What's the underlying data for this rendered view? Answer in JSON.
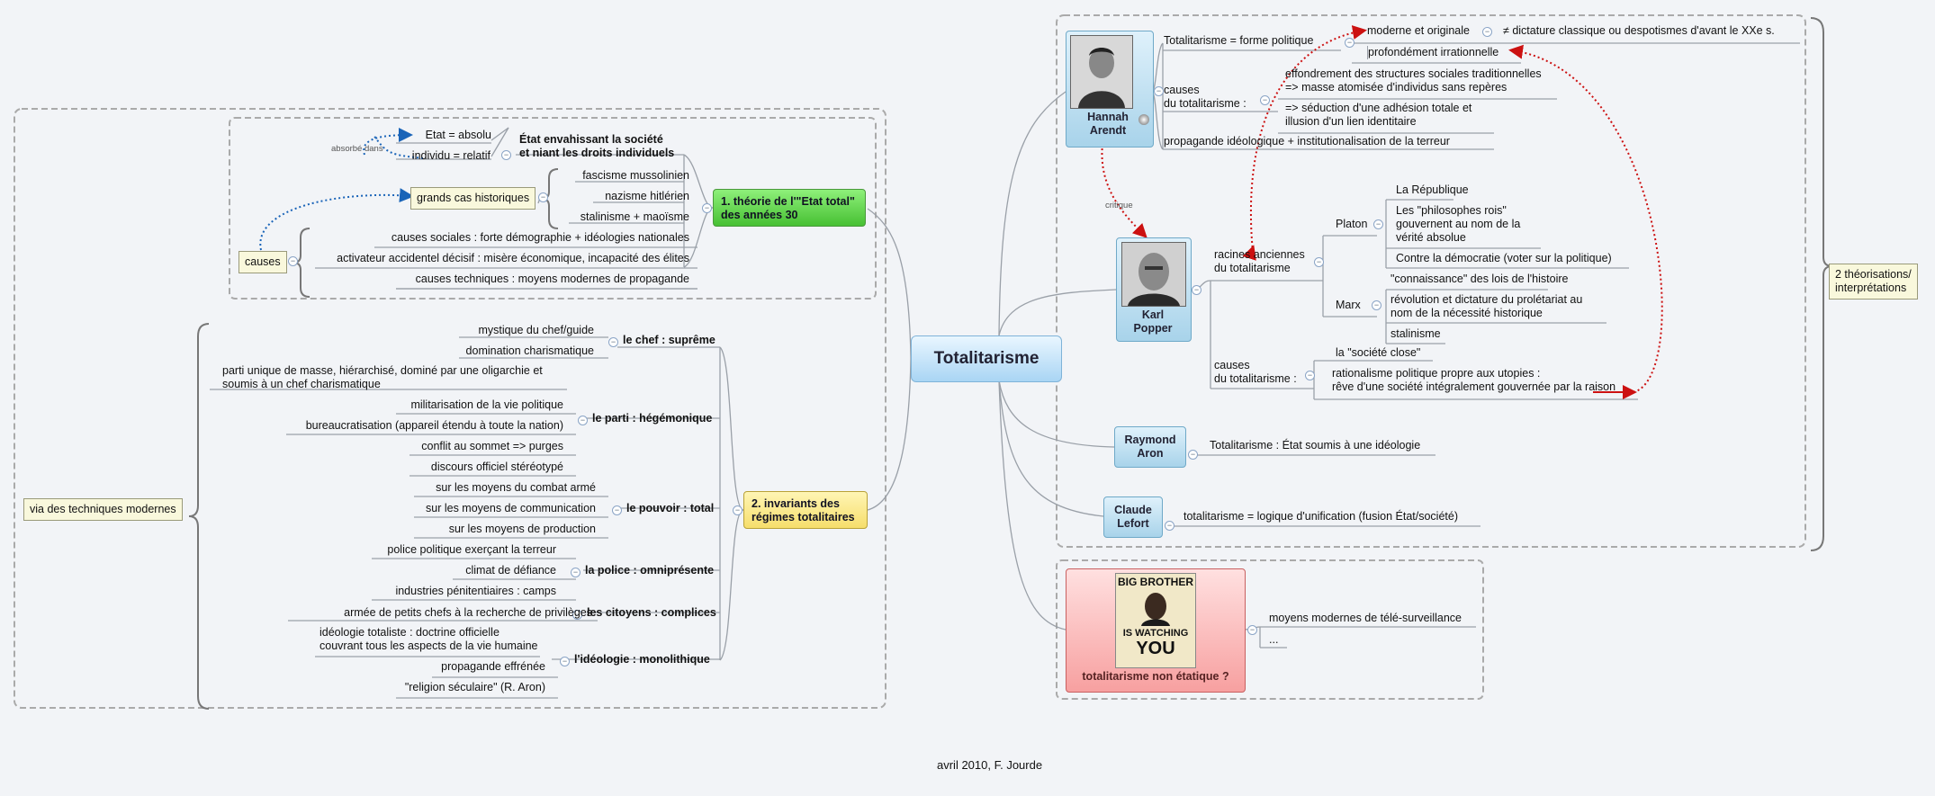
{
  "center": {
    "label": "Totalitarisme"
  },
  "footer": "avril 2010, F. Jourde",
  "side_label": {
    "line1": "2 théorisations/",
    "line2": "interprétations"
  },
  "theory": {
    "node": {
      "line1": "1. théorie de l'\"Etat total\"",
      "line2": "des années 30"
    },
    "etat_envahissant": {
      "line1": "État envahissant la société",
      "line2": "et niant les droits individuels"
    },
    "etat_absolu": "Etat = absolu",
    "individu_relatif": "individu = relatif",
    "absorbe_dans": "absorbé dans",
    "grands_cas": "grands cas historiques",
    "cases": [
      "fascisme mussolinien",
      "nazisme hitlérien",
      "stalinisme + maoïsme"
    ],
    "causes_box": "causes",
    "causes": [
      "causes sociales : forte démographie + idéologies nationales",
      "activateur accidentel décisif : misère économique, incapacité des élites",
      "causes techniques : moyens modernes de propagande"
    ]
  },
  "invariants": {
    "node": {
      "line1": "2. invariants des",
      "line2": "régimes totalitaires"
    },
    "via": "via des techniques modernes",
    "groups": [
      {
        "title": "le chef : suprême",
        "items": [
          "mystique du chef/guide",
          "domination charismatique"
        ]
      },
      {
        "title": "le parti : hégémonique",
        "items": [
          "parti unique de masse, hiérarchisé, dominé par une oligarchie et|soumis à un chef charismatique",
          "militarisation de la vie politique",
          "bureaucratisation (appareil étendu à toute la nation)",
          "conflit au sommet => purges",
          "discours officiel stéréotypé"
        ]
      },
      {
        "title": "le pouvoir : total",
        "items": [
          "sur les moyens du combat armé",
          "sur les moyens de communication",
          "sur les moyens de production"
        ]
      },
      {
        "title": "la police : omniprésente",
        "items": [
          "police politique exerçant la terreur",
          "climat de défiance",
          "industries pénitentiaires : camps"
        ]
      },
      {
        "title": "les citoyens : complices",
        "items": [
          "armée de petits chefs à la recherche de privilèges"
        ]
      },
      {
        "title": "l'idéologie : monolithique",
        "items": [
          "idéologie totaliste : doctrine officielle|couvrant tous les aspects de la vie humaine",
          "propagande effrénée",
          "\"religion séculaire\" (R. Aron)"
        ]
      }
    ]
  },
  "arendt": {
    "name": {
      "line1": "Hannah",
      "line2": "Arendt"
    },
    "forme": "Totalitarisme = forme politique",
    "moderne": "moderne et originale",
    "dictature": "≠ dictature classique ou despotismes d'avant le XXe s.",
    "irrationnel": "profondément irrationnelle",
    "causes_label": {
      "line1": "causes",
      "line2": "du totalitarisme :"
    },
    "cause1": {
      "line1": "effondrement des structures sociales traditionnelles",
      "line2": "=> masse atomisée d'individus sans repères"
    },
    "cause2": {
      "line1": "=> séduction d'une adhésion totale et",
      "line2": "illusion d'un lien identitaire"
    },
    "propagande": "propagande idéologique + institutionalisation de la terreur",
    "critique": "critique"
  },
  "popper": {
    "name": {
      "line1": "Karl",
      "line2": "Popper"
    },
    "racines": {
      "line1": "racines anciennes",
      "line2": "du totalitarisme"
    },
    "platon": "Platon",
    "platon_items": [
      "La République",
      "Les \"philosophes rois\"|gouvernent au nom de la|vérité absolue",
      "Contre la démocratie (voter sur la politique)"
    ],
    "marx": "Marx",
    "marx_items": [
      "\"connaissance\" des lois de l'histoire",
      "révolution et dictature du prolétariat au|nom de la nécessité historique",
      "stalinisme"
    ],
    "causes_label": {
      "line1": "causes",
      "line2": "du totalitarisme :"
    },
    "societe_close": "la \"société close\"",
    "rationalisme": {
      "line1": "rationalisme politique propre aux utopies :",
      "line2": "rêve d'une société intégralement gouvernée par la raison"
    }
  },
  "aron": {
    "name": {
      "line1": "Raymond",
      "line2": "Aron"
    },
    "def": "Totalitarisme : État soumis à une idéologie"
  },
  "lefort": {
    "name": {
      "line1": "Claude",
      "line2": "Lefort"
    },
    "def": "totalitarisme = logique d'unification (fusion État/société)"
  },
  "non_etatique": {
    "label": "totalitarisme non étatique ?",
    "poster": {
      "top": "BIG BROTHER",
      "mid": "IS WATCHING",
      "bottom": "YOU"
    },
    "items": [
      "moyens modernes de télé-surveillance",
      "..."
    ]
  }
}
